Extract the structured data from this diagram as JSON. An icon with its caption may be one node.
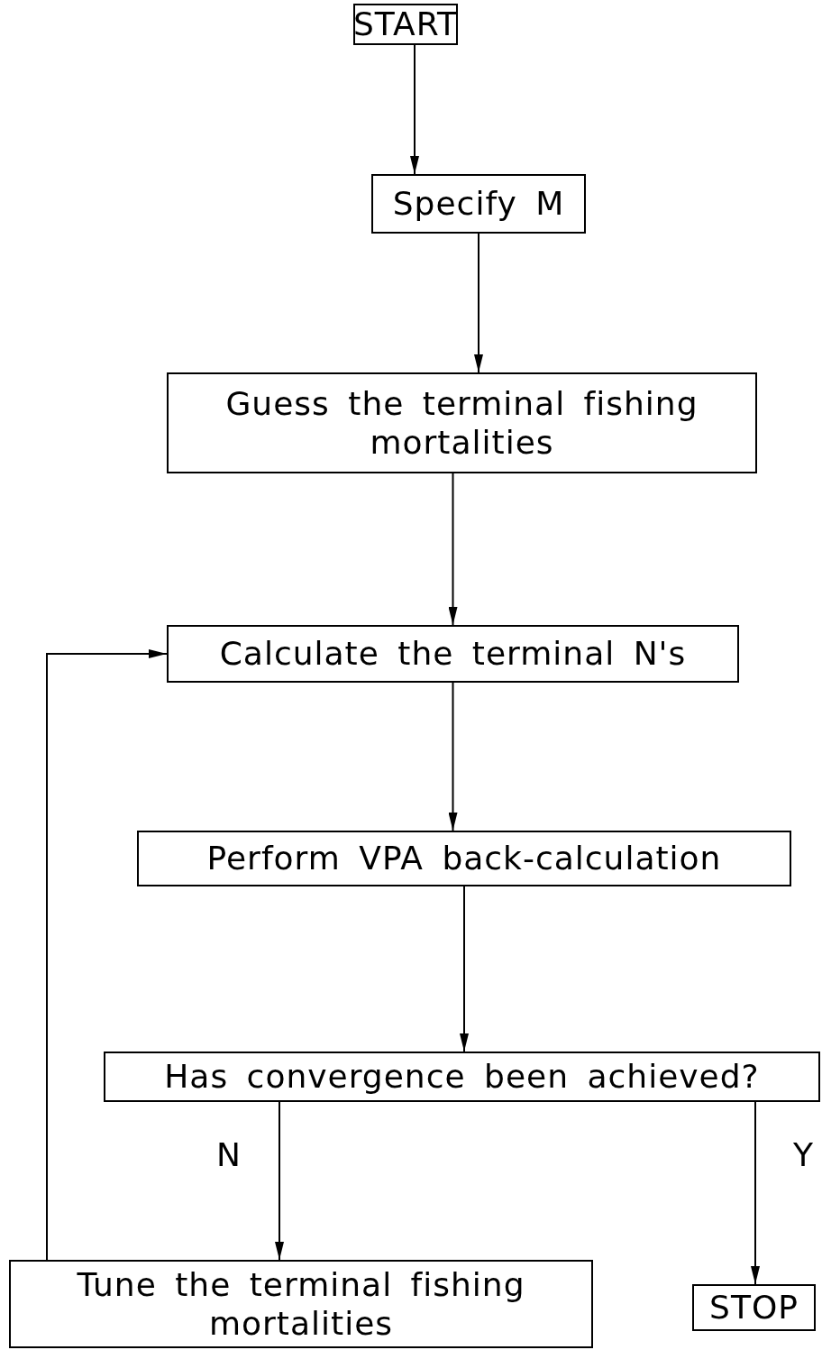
{
  "diagram": {
    "nodes": [
      {
        "text": [
          "START"
        ]
      },
      {
        "text": [
          "Specify M"
        ]
      },
      {
        "text": [
          "Guess the terminal fishing mortalities"
        ]
      },
      {
        "text": [
          "Calculate the terminal N's"
        ]
      },
      {
        "text": [
          "Perform VPA back-calculation"
        ]
      },
      {
        "text": [
          "Has convergence been achieved?"
        ]
      },
      {
        "text": [
          "Tune the terminal fishing mortalities"
        ]
      },
      {
        "text": [
          "STOP"
        ]
      }
    ],
    "edges": [
      {
        "from": 0,
        "to": 1,
        "arrow": "to"
      },
      {
        "from": 1,
        "to": 2,
        "arrow": "to"
      },
      {
        "from": 2,
        "to": 3,
        "arrow": "to"
      },
      {
        "from": 3,
        "to": 4,
        "arrow": "to"
      },
      {
        "from": 4,
        "to": 5,
        "arrow": "to"
      },
      {
        "from": 5,
        "to": 6,
        "arrow": "to",
        "label": "N"
      },
      {
        "from": 5,
        "to": 7,
        "arrow": "to",
        "label": "Y"
      },
      {
        "from": 6,
        "to": 3,
        "arrow": "to"
      }
    ]
  }
}
